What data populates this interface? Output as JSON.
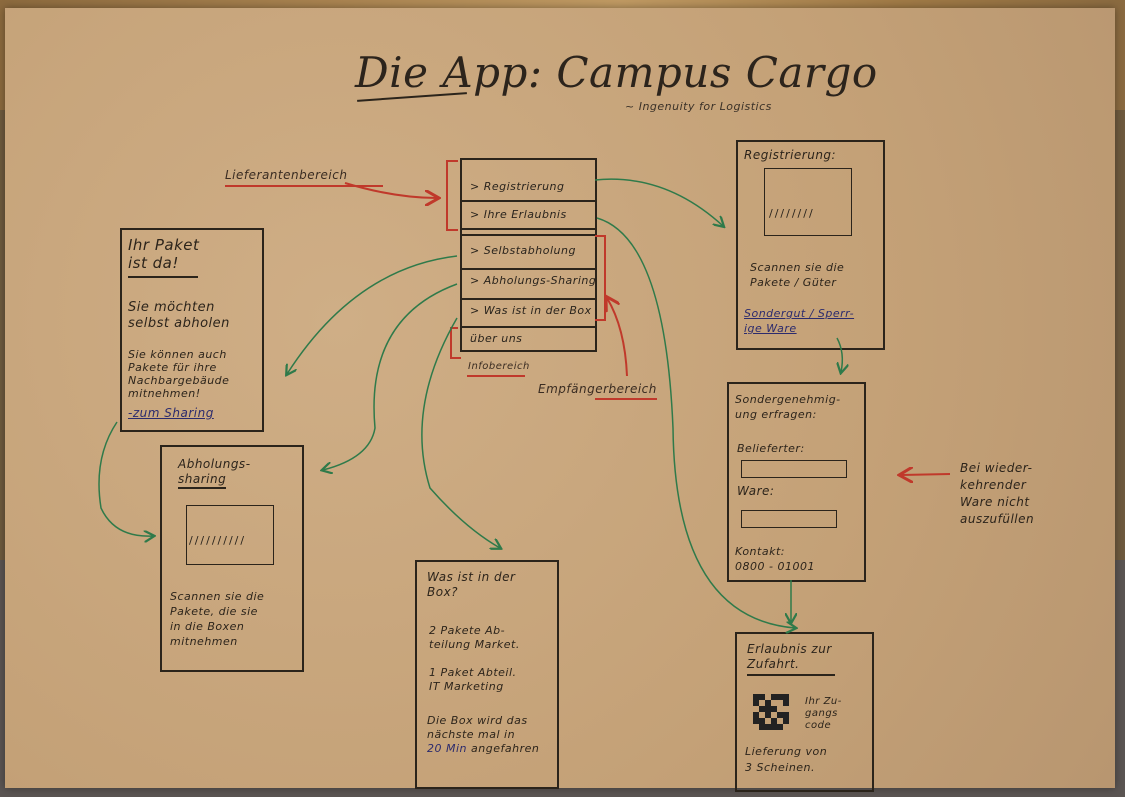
{
  "title": "Die App: Campus Cargo",
  "subtitle": "~ Ingenuity for Logistics",
  "labels": {
    "lieferanten": "Lieferantenbereich",
    "infobereich": "Infobereich",
    "empfaenger": "Empfängerbereich",
    "wiederkehrend": [
      "Bei wieder-",
      "kehrender",
      "Ware nicht",
      "auszufüllen"
    ]
  },
  "menu": {
    "items": [
      "> Registrierung",
      "> Ihre Erlaubnis",
      "> Selbstabholung",
      "> Abholungs-Sharing",
      "> Was ist in der Box",
      "über uns"
    ]
  },
  "paket_screen": {
    "title": [
      "Ihr Paket",
      "ist da!"
    ],
    "line1": [
      "Sie möchten",
      "selbst abholen"
    ],
    "line2": [
      "Sie können auch",
      "Pakete für ihre",
      "Nachbargebäude",
      "mitnehmen!"
    ],
    "link": "-zum Sharing"
  },
  "sharing_screen": {
    "title": [
      "Abholungs-",
      "sharing"
    ],
    "text": [
      "Scannen sie die",
      "Pakete, die sie",
      "in die Boxen",
      "mitnehmen"
    ]
  },
  "box_screen": {
    "title": [
      "Was ist in der",
      "Box?"
    ],
    "item1": [
      "2 Pakete Ab-",
      "teilung Market."
    ],
    "item2": [
      "1 Paket Abteil.",
      "IT Marketing"
    ],
    "item3": [
      "Die Box wird das",
      "nächste mal in"
    ],
    "item3_time": "20 Min",
    "item3_end": "angefahren"
  },
  "registrierung_screen": {
    "title": "Registrierung:",
    "text": [
      "Scannen sie die",
      "Pakete / Güter"
    ],
    "link": [
      "Sondergut / Sperr-",
      "ige Ware"
    ]
  },
  "sonder_screen": {
    "title": [
      "Sondergenehmig-",
      "ung erfragen:"
    ],
    "field1": "Belieferter:",
    "field2": "Ware:",
    "kontakt": "Kontakt:",
    "phone": "0800 - 01001"
  },
  "erlaubnis_screen": {
    "title": [
      "Erlaubnis zur",
      "Zufahrt."
    ],
    "code": [
      "Ihr Zu-",
      "gangs",
      "code"
    ],
    "text": [
      "Lieferung von",
      "3 Scheinen."
    ]
  },
  "colors": {
    "red": "#c0392b",
    "green": "#2f7a4a",
    "blue": "#2c2b6d",
    "ink": "#2b241b"
  }
}
